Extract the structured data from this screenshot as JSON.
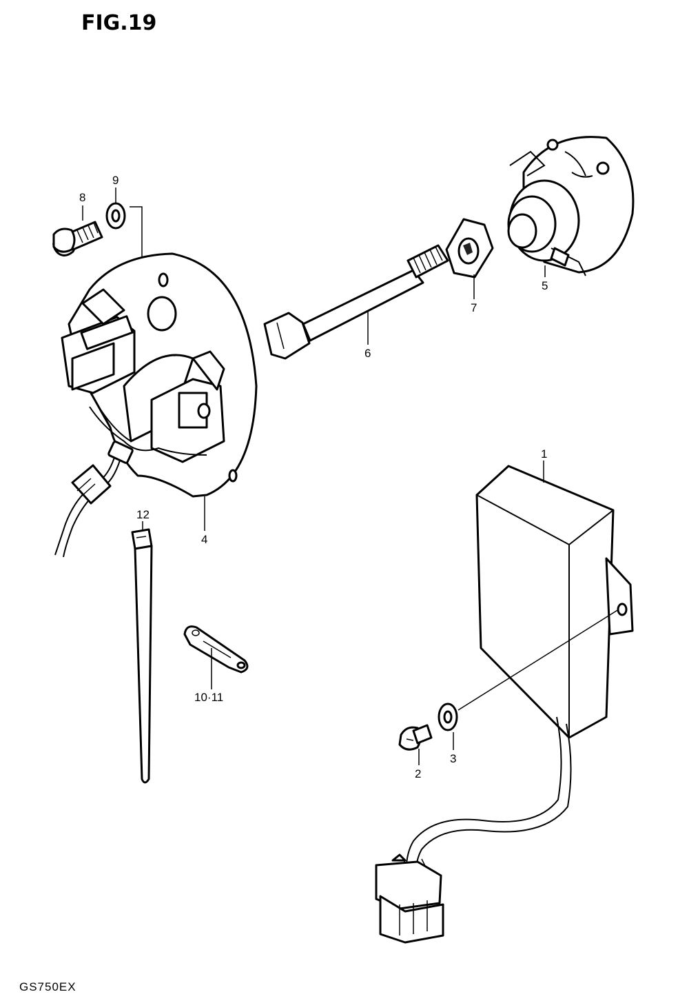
{
  "figure": {
    "title": "FIG.19",
    "model": "GS750EX"
  },
  "callouts": {
    "c1": "1",
    "c2": "2",
    "c3": "3",
    "c4": "4",
    "c5": "5",
    "c6": "6",
    "c7": "7",
    "c8": "8",
    "c9": "9",
    "c10_11": "10·11",
    "c12": "12"
  }
}
